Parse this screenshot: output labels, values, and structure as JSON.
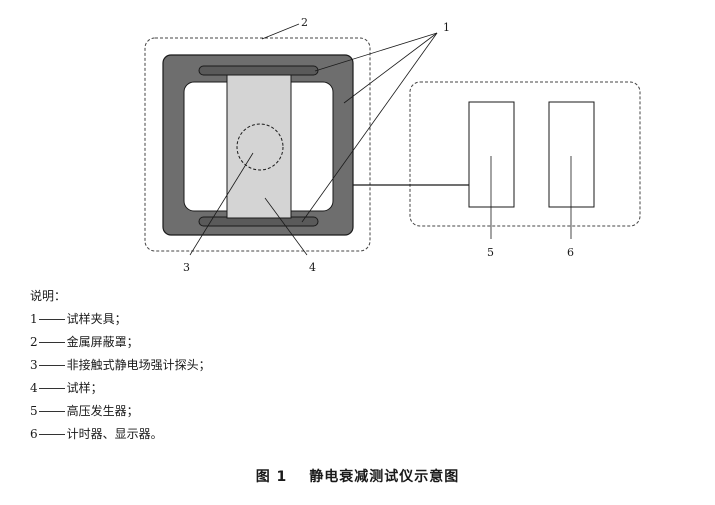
{
  "diagram": {
    "callouts": [
      "1",
      "2",
      "3",
      "4",
      "5",
      "6"
    ]
  },
  "legend": {
    "title": "说明：",
    "items": [
      {
        "num": "1",
        "text": "试样夹具；"
      },
      {
        "num": "2",
        "text": "金属屏蔽罩；"
      },
      {
        "num": "3",
        "text": "非接触式静电场强计探头；"
      },
      {
        "num": "4",
        "text": "试样；"
      },
      {
        "num": "5",
        "text": "高压发生器；"
      },
      {
        "num": "6",
        "text": "计时器、显示器。"
      }
    ]
  },
  "caption": {
    "label": "图 1",
    "title": "静电衰减测试仪示意图"
  },
  "colors": {
    "shield_fill": "#6e6e6e",
    "sample_fill": "#d4d4d4",
    "line": "#1a1a1a"
  }
}
